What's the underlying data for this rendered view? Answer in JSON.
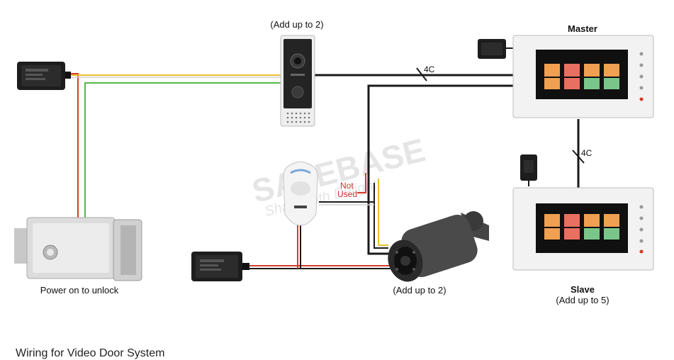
{
  "labels": {
    "doorbell_count": "(Add up to 2)",
    "master": "Master",
    "cable_4c_top": "4C",
    "cable_4c_vertical": "4C",
    "not_used_1": "Not",
    "not_used_2": "Used",
    "lock": "Power on to unlock",
    "camera_count": "(Add up to 2)",
    "slave": "Slave",
    "slave_count": "(Add up to 5)",
    "watermark_main": "SAVEBASE",
    "watermark_sub": "Share with Delight",
    "footer": "Wiring for Video Door System"
  },
  "colors": {
    "wire_black": "#1a1a1a",
    "wire_red": "#d63a2a",
    "wire_yellow": "#e8c030",
    "wire_green": "#55b84a",
    "wire_white": "#d0d0d0",
    "icon_orange": "#f0a050",
    "icon_red": "#e87060",
    "icon_green": "#7ac68a",
    "screen_bg": "#101010"
  }
}
